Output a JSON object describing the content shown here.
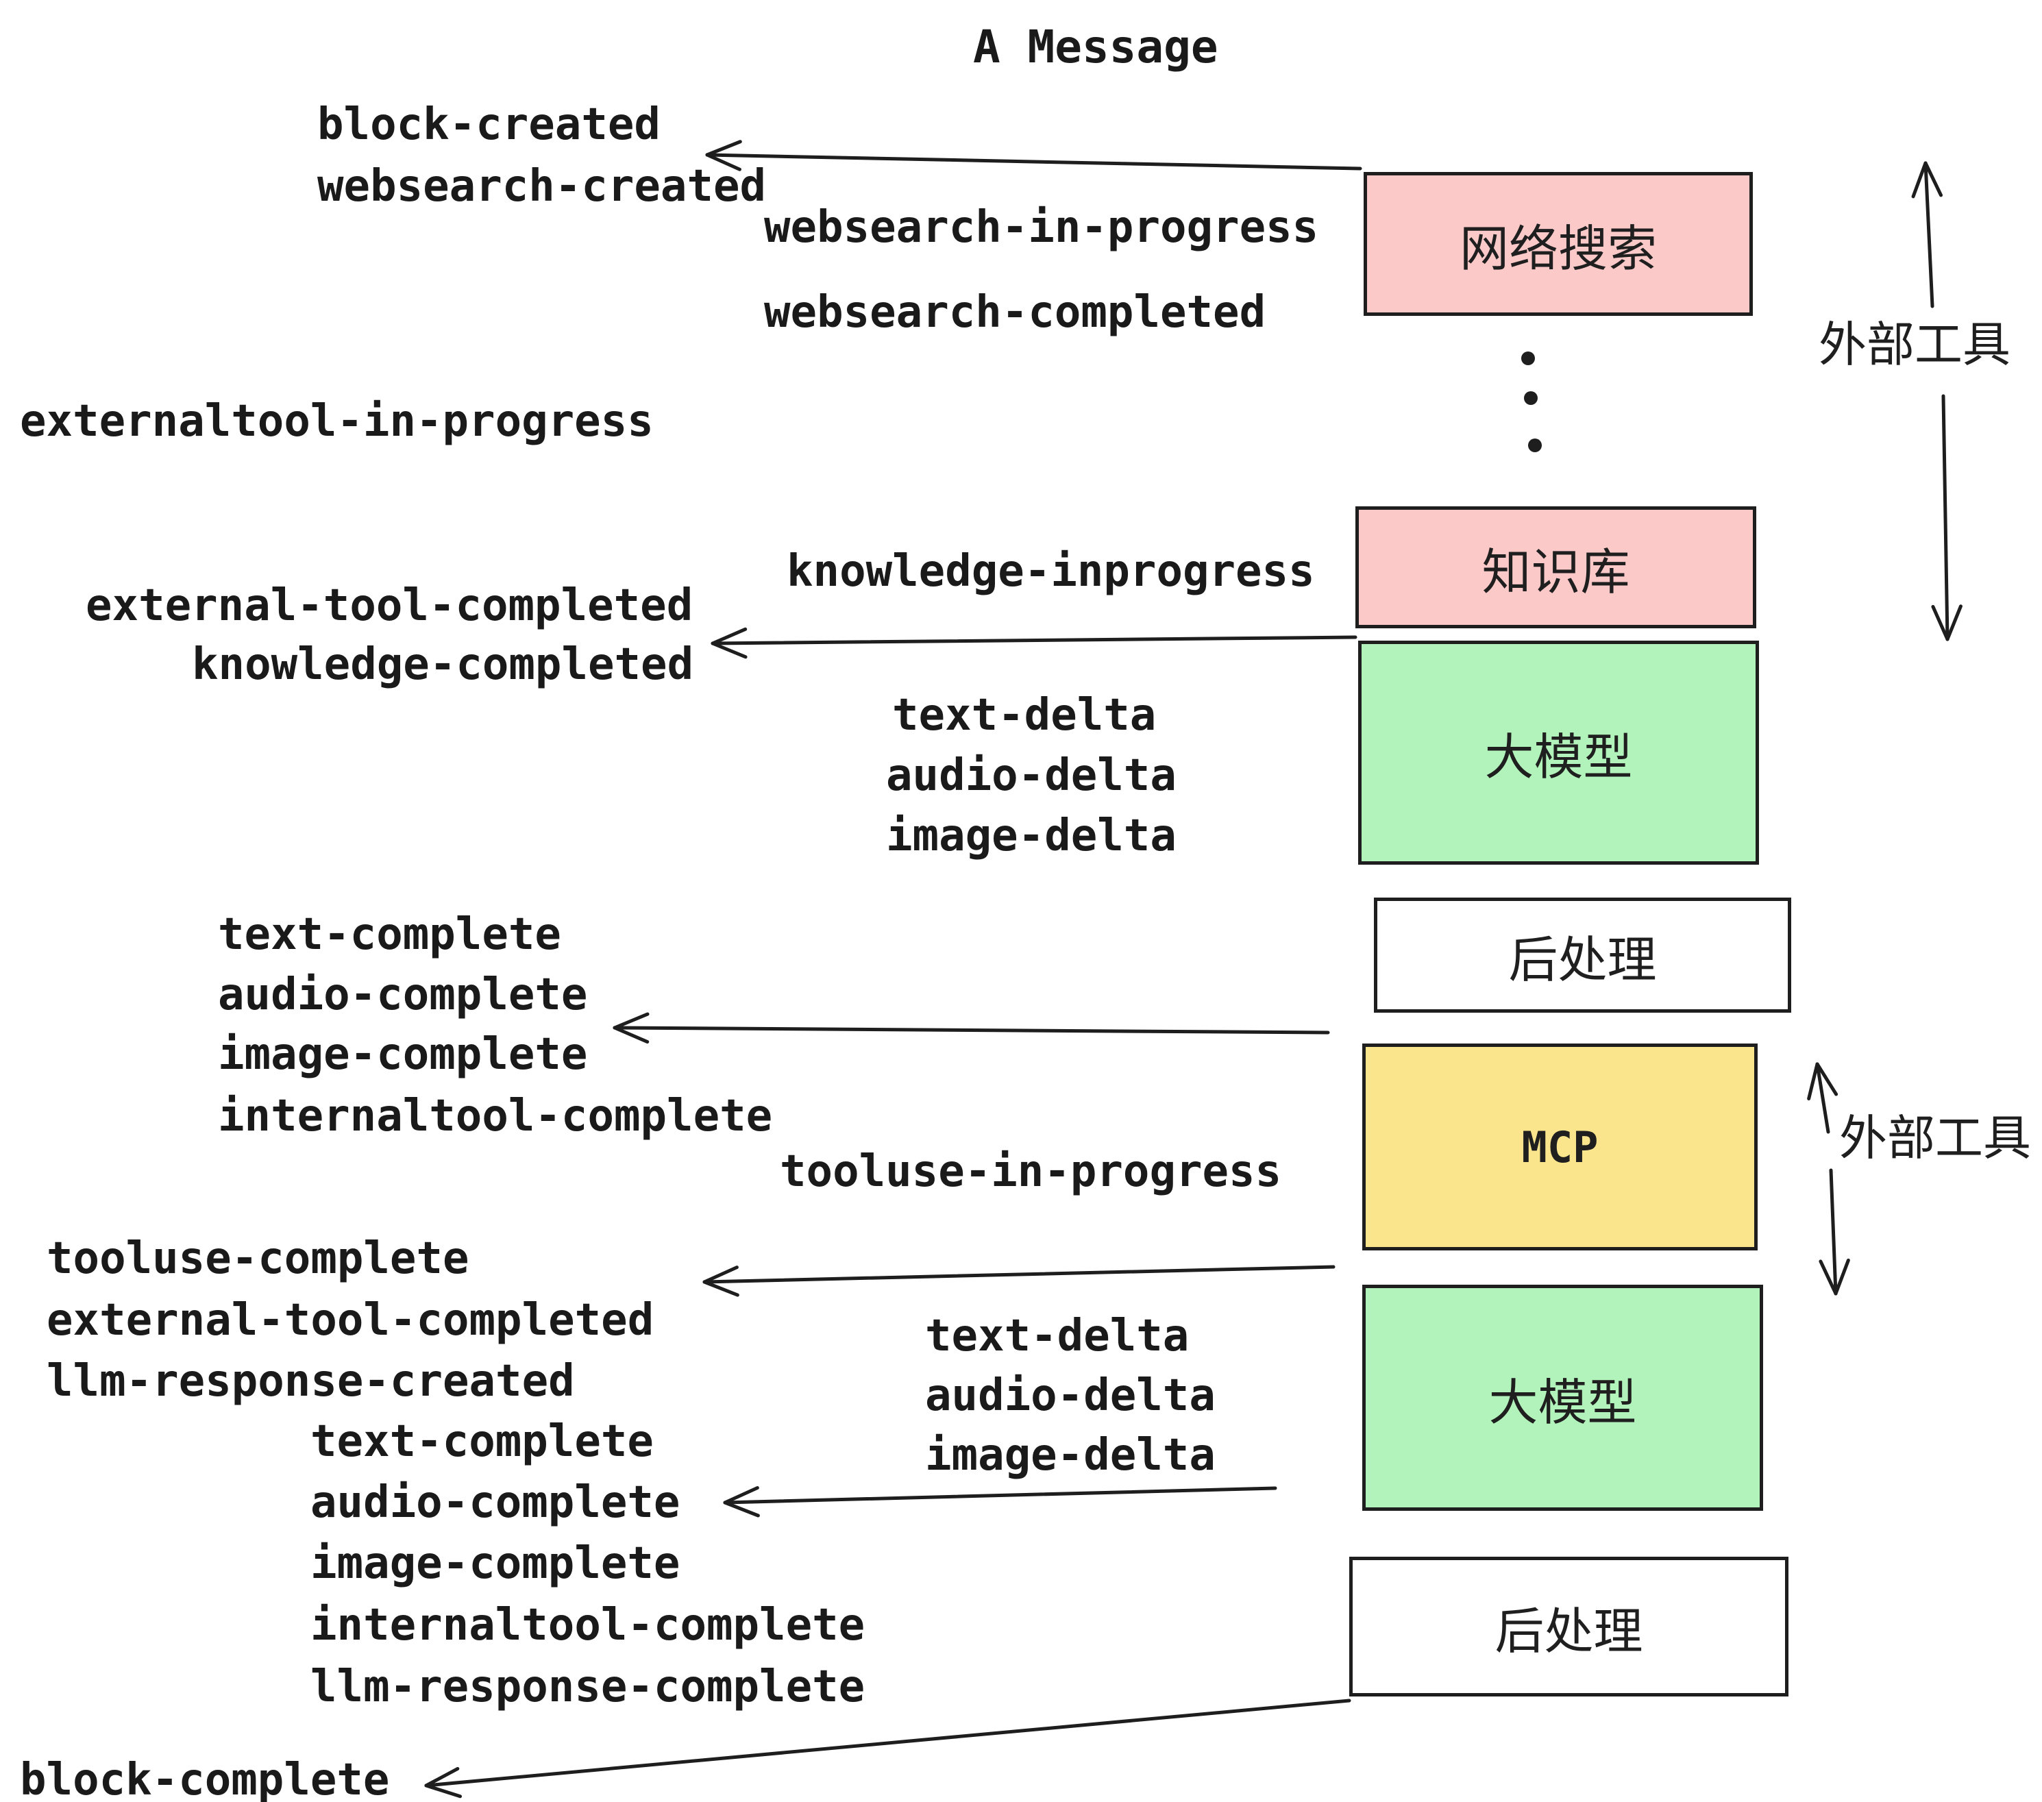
{
  "title": "A Message",
  "events": [
    {
      "text": "block-created"
    },
    {
      "text": "websearch-created"
    },
    {
      "text": "websearch-in-progress"
    },
    {
      "text": "websearch-completed"
    },
    {
      "text": "externaltool-in-progress"
    },
    {
      "text": "knowledge-inprogress"
    },
    {
      "text": "external-tool-completed"
    },
    {
      "text": "knowledge-completed"
    },
    {
      "text": "text-delta"
    },
    {
      "text": "audio-delta"
    },
    {
      "text": "image-delta"
    },
    {
      "text": "text-complete"
    },
    {
      "text": "audio-complete"
    },
    {
      "text": "image-complete"
    },
    {
      "text": "internaltool-complete"
    },
    {
      "text": "tooluse-in-progress"
    },
    {
      "text": "tooluse-complete"
    },
    {
      "text": "external-tool-completed"
    },
    {
      "text": "llm-response-created"
    },
    {
      "text": "text-complete"
    },
    {
      "text": "audio-complete"
    },
    {
      "text": "image-complete"
    },
    {
      "text": "internaltool-complete"
    },
    {
      "text": "llm-response-complete"
    },
    {
      "text": "block-complete"
    },
    {
      "text": "text-delta"
    },
    {
      "text": "audio-delta"
    },
    {
      "text": "image-delta"
    }
  ],
  "boxes": [
    {
      "label": "网络搜索",
      "color": "#fcc9c9"
    },
    {
      "label": "知识库",
      "color": "#fcc9c9"
    },
    {
      "label": "大模型",
      "color": "#b2f2bb"
    },
    {
      "label": "后处理",
      "color": "#ffffff"
    },
    {
      "label": "MCP",
      "color": "#fae58d"
    },
    {
      "label": "大模型",
      "color": "#b2f2bb"
    },
    {
      "label": "后处理",
      "color": "#ffffff"
    }
  ],
  "annotations": {
    "external_tools_top": "外部工具",
    "external_tools_mcp": "外部工具"
  },
  "icons": {
    "ellipsis": "vertical-ellipsis-dots"
  },
  "colors": {
    "background": "#ffffff",
    "border": "#1e1e1e",
    "text": "#1a1a1a",
    "pink": "#fcc9c9",
    "green": "#b2f2bb",
    "yellow": "#fae58d"
  }
}
